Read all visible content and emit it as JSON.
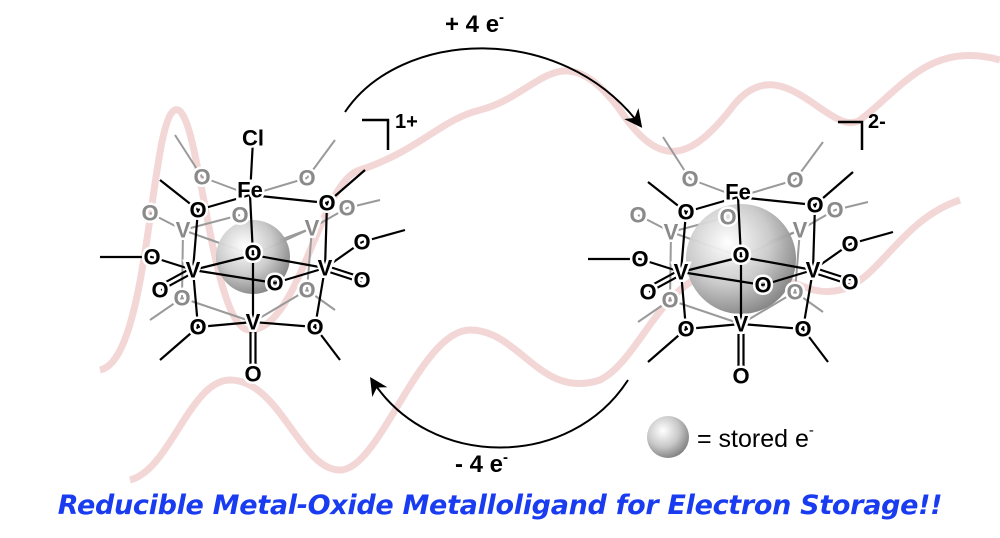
{
  "labels": {
    "O": "O",
    "V": "V",
    "Fe": "Fe",
    "Cl": "Cl"
  },
  "oxidized": {
    "charge": "1+"
  },
  "reduced": {
    "charge": "2-"
  },
  "reduction_arrow": {
    "label": "+ 4 e",
    "sup": "-"
  },
  "oxidation_arrow": {
    "label": "- 4 e",
    "sup": "-"
  },
  "legend": {
    "text": "= stored e",
    "sup": "-"
  },
  "caption": "Reducible Metal-Oxide Metalloligand for Electron Storage!!",
  "colors": {
    "caption": "#1a3cf0",
    "background_wave": "#f2d3d3"
  }
}
